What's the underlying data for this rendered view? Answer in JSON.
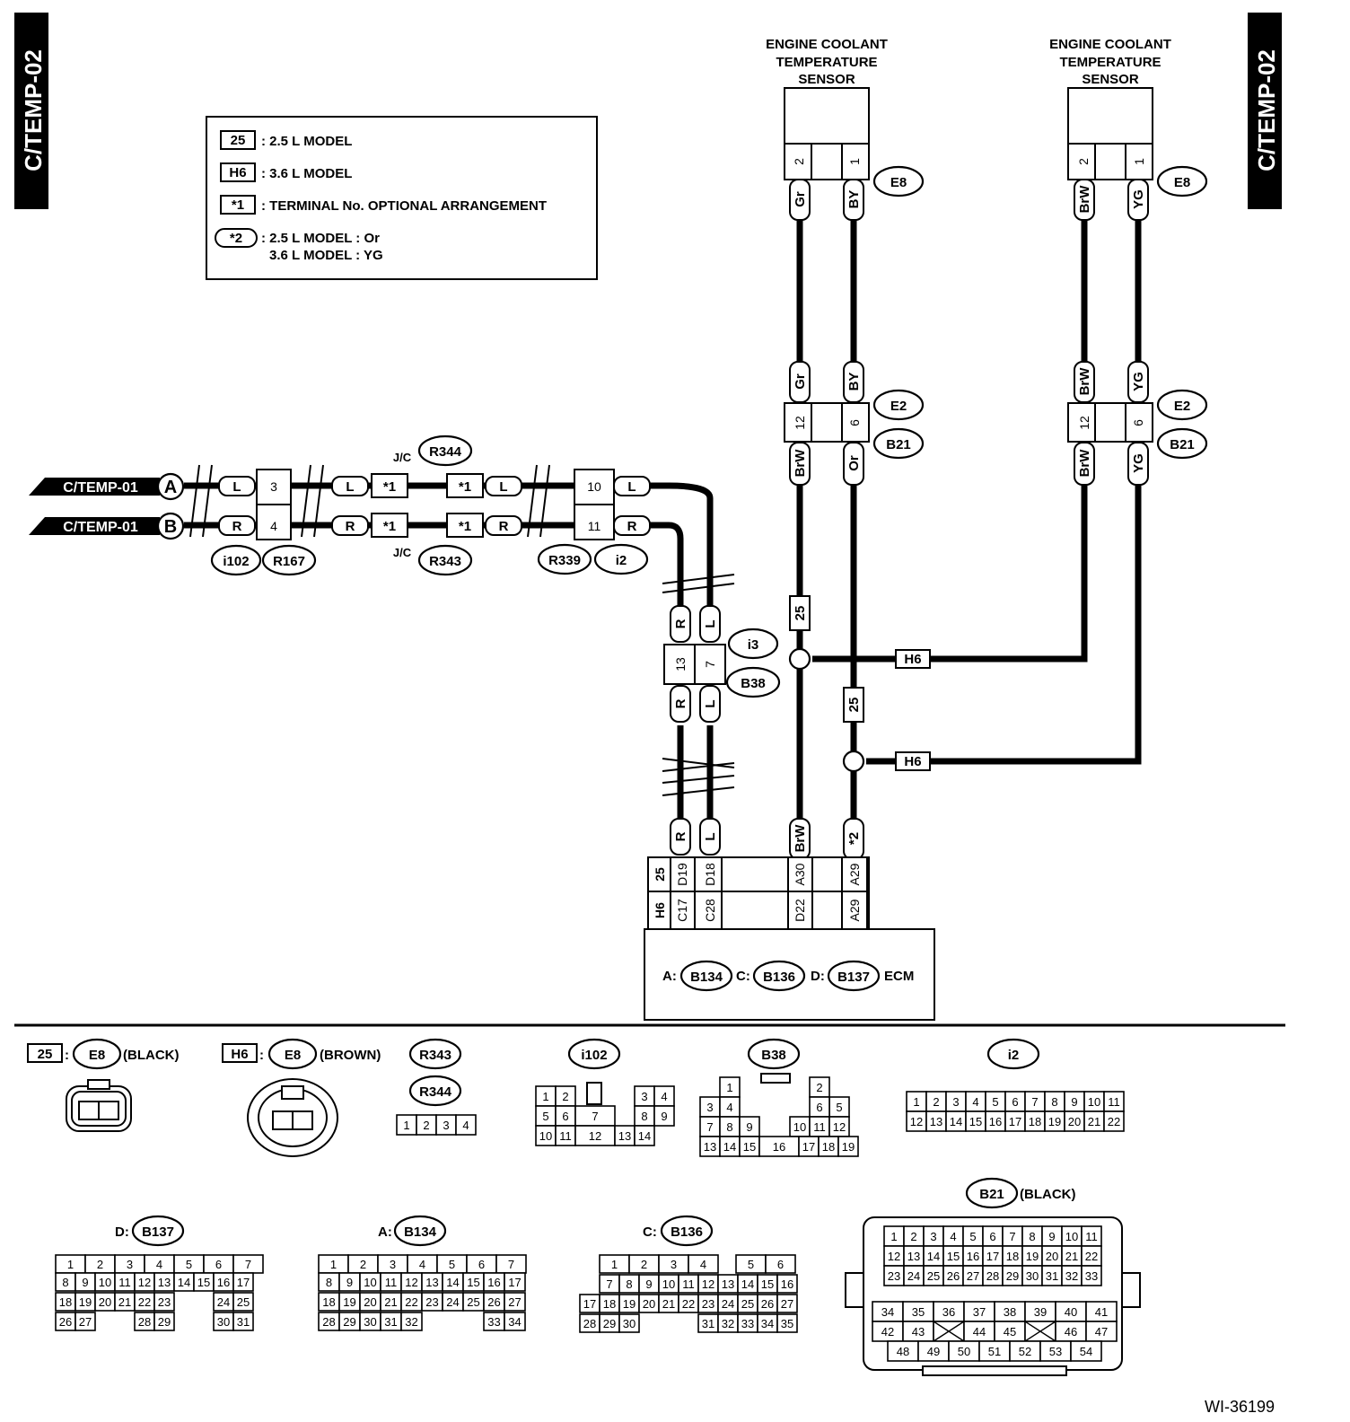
{
  "side_tag": "C/TEMP-02",
  "doc_id": "WI-36199",
  "legend": {
    "l25": "25",
    "l25_text": ": 2.5 L MODEL",
    "lH6": "H6",
    "lH6_text": ": 3.6 L MODEL",
    "l1": "*1",
    "l1_text": ": TERMINAL No. OPTIONAL ARRANGEMENT",
    "l2": "*2",
    "l2_text1": ": 2.5 L MODEL   : Or",
    "l2_text2": "3.6 L MODEL   : YG"
  },
  "sensor_title": [
    "ENGINE COOLANT",
    "TEMPERATURE",
    "SENSOR"
  ],
  "ext_ref": "C/TEMP-01",
  "ext_a": "A",
  "ext_b": "B",
  "jc": "J/C",
  "connectors": {
    "E8": "E8",
    "E2": "E2",
    "B21": "B21",
    "i102": "i102",
    "R167": "R167",
    "R344": "R344",
    "R343": "R343",
    "R339": "R339",
    "i2": "i2",
    "i3": "i3",
    "B38": "B38",
    "B134": "B134",
    "B136": "B136",
    "B137": "B137"
  },
  "wires": {
    "L": "L",
    "R": "R",
    "Gr": "Gr",
    "BY": "BY",
    "BrW": "BrW",
    "YG": "YG",
    "Or": "Or",
    "star2": "*2",
    "star1": "*1",
    "t25": "25",
    "tH6": "H6"
  },
  "pins": {
    "p1": "1",
    "p2": "2",
    "p3": "3",
    "p4": "4",
    "p6": "6",
    "p7": "7",
    "p10": "10",
    "p11": "11",
    "p12": "12",
    "p13": "13",
    "D19": "D19",
    "D18": "D18",
    "A30": "A30",
    "A29": "A29",
    "C17": "C17",
    "C28": "C28",
    "D22": "D22",
    "row25": "25",
    "rowH6": "H6"
  },
  "ecm": {
    "a": "A:",
    "c": "C:",
    "d": "D:",
    "name": "ECM"
  },
  "bottom": {
    "black": "(BLACK)",
    "brown": "(BROWN)",
    "d": "D:",
    "a": "A:",
    "c": "C:"
  }
}
